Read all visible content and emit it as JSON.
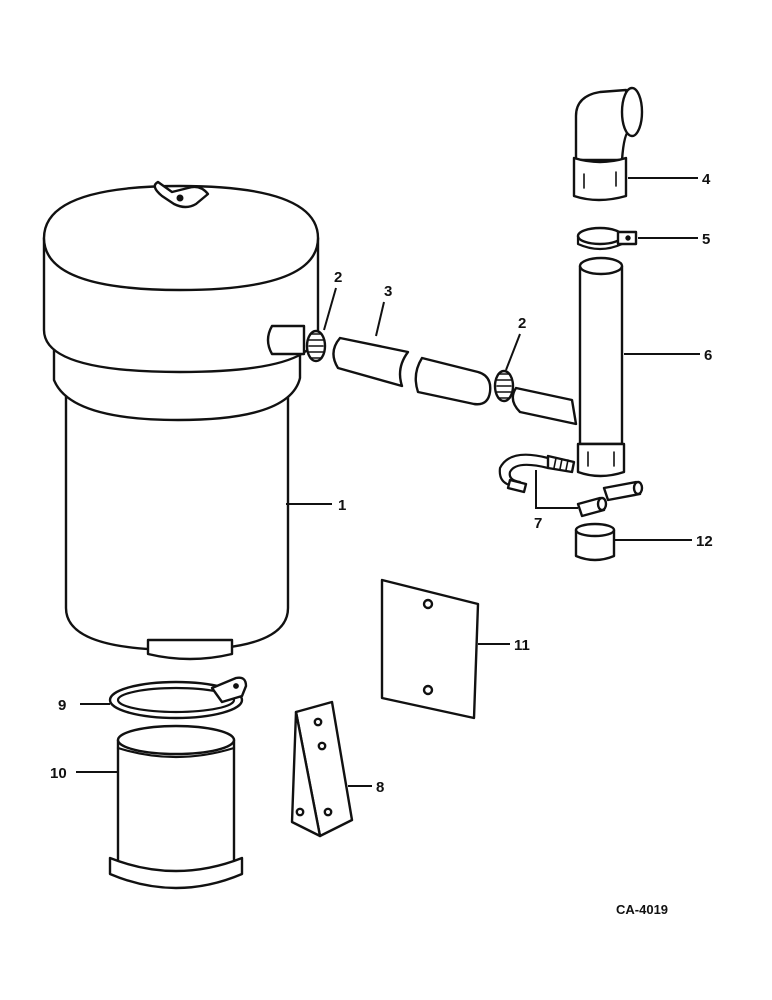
{
  "drawing_code": "CA-4019",
  "callouts": {
    "c1": "1",
    "c2a": "2",
    "c2b": "2",
    "c3": "3",
    "c4": "4",
    "c5": "5",
    "c6": "6",
    "c7": "7",
    "c8": "8",
    "c9": "9",
    "c10": "10",
    "c11": "11",
    "c12": "12"
  }
}
